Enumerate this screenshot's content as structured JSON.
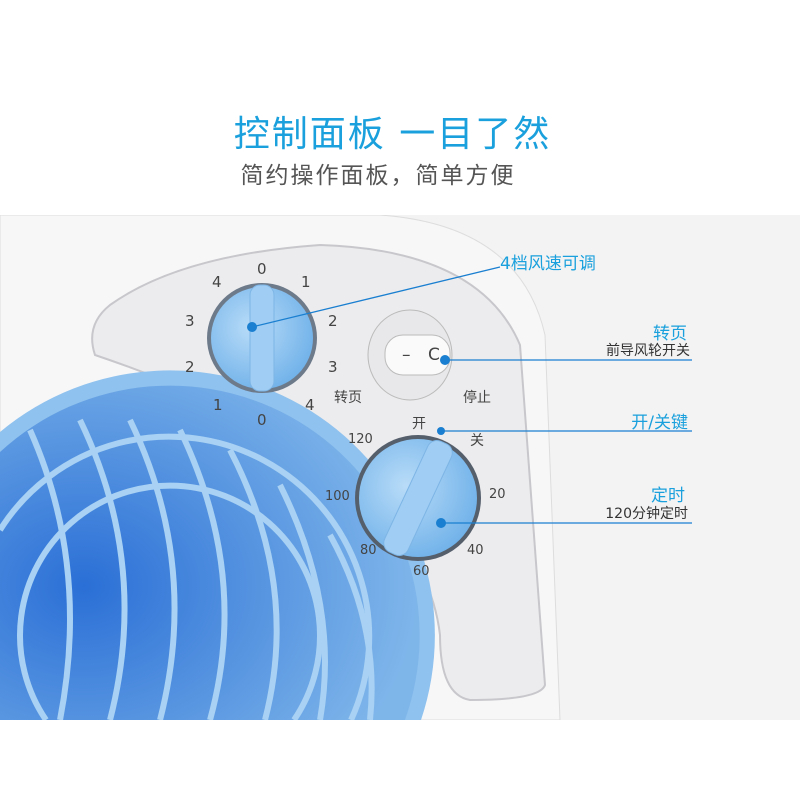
{
  "header": {
    "title": "控制面板  一目了然",
    "subtitle": "简约操作面板，简单方便"
  },
  "speed_dial": {
    "top_scale": [
      "4",
      "0",
      "1"
    ],
    "left_scale": [
      "3",
      "2",
      "1"
    ],
    "right_scale": [
      "2",
      "3",
      "4"
    ],
    "bottom": "0"
  },
  "rocker_switch": {
    "left_mark": "–",
    "right_mark": "C",
    "left_label": "转页",
    "right_label": "停止"
  },
  "timer_dial": {
    "on_label": "开",
    "off_label": "关",
    "ticks": [
      "120",
      "100",
      "80",
      "60",
      "40",
      "20"
    ]
  },
  "callouts": [
    {
      "title": "4档风速可调"
    },
    {
      "title": "转页",
      "subtitle": "前导风轮开关"
    },
    {
      "title": "开/关键"
    },
    {
      "title": "定时",
      "subtitle": "120分钟定时"
    }
  ],
  "colors": {
    "accent": "#1aa0dc",
    "knob": "#8cc3ef",
    "fan_blue": "#4d8fe0"
  }
}
